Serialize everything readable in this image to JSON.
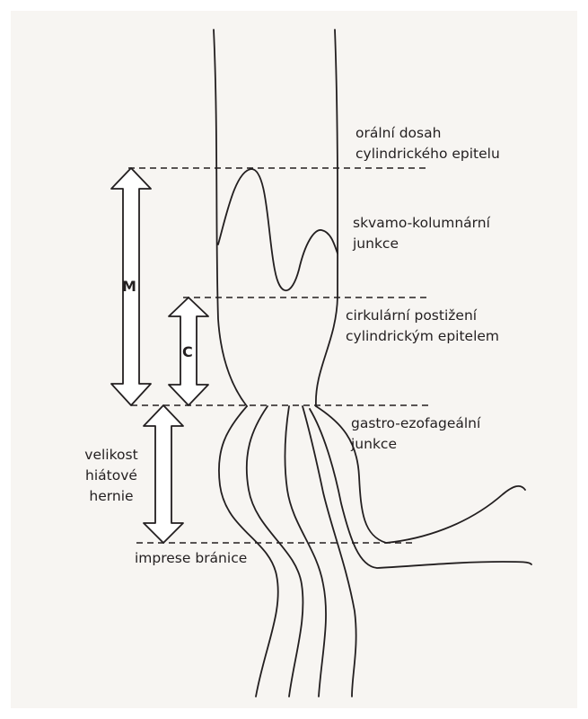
{
  "diagram": {
    "labels": {
      "oral_reach": {
        "line1": "orální dosah",
        "line2": "cylindrického epitelu"
      },
      "squamo_columnar": {
        "line1": "skvamo-kolumnární",
        "line2": "junkce"
      },
      "circular_involvement": {
        "line1": "cirkulární postižení",
        "line2": "cylindrickým epitelem"
      },
      "gastro_esophageal": {
        "line1": "gastro-ezofageální",
        "line2": "junkce"
      },
      "hernia_size": {
        "line1": "velikost",
        "line2": "hiátové",
        "line3": "hernie"
      },
      "diaphragm_impression": "imprese bránice",
      "arrow_m": "M",
      "arrow_c": "C"
    },
    "colors": {
      "background": "#f7f5f2",
      "stroke": "#231f20"
    }
  }
}
